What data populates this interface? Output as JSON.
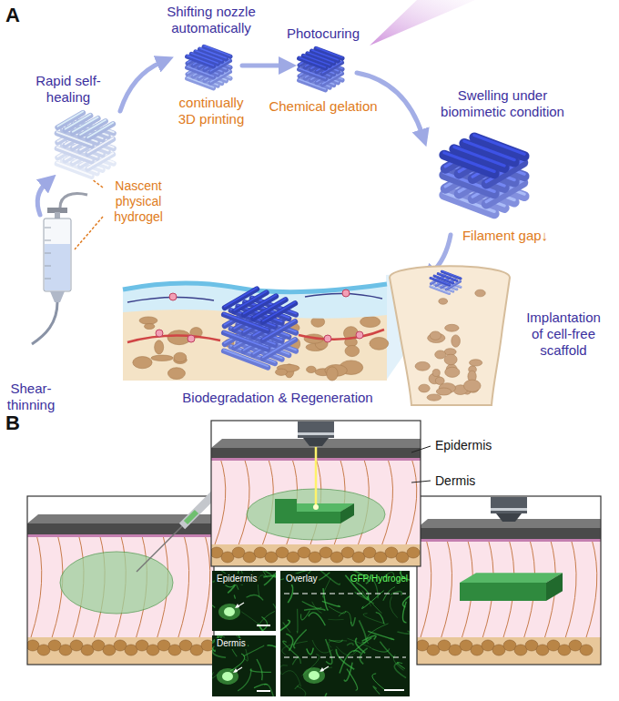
{
  "diagram": {
    "labels": [
      "A",
      "Rapid self-healing",
      "Shifting nozzle automatically",
      "Photocuring",
      "continually 3D printing",
      "Chemical gelation",
      "Swelling under biomimetic condition",
      "Nascent physical hydrogel",
      "Filament gap↓",
      "Shear-thinning",
      "Implantation of cell-free scaffold",
      "Biodegradation & Regeneration",
      "B",
      "Epidermis",
      "Dermis",
      "Epidermis",
      "Dermis",
      "Overlay",
      "GFP/Hydrogel"
    ]
  }
}
